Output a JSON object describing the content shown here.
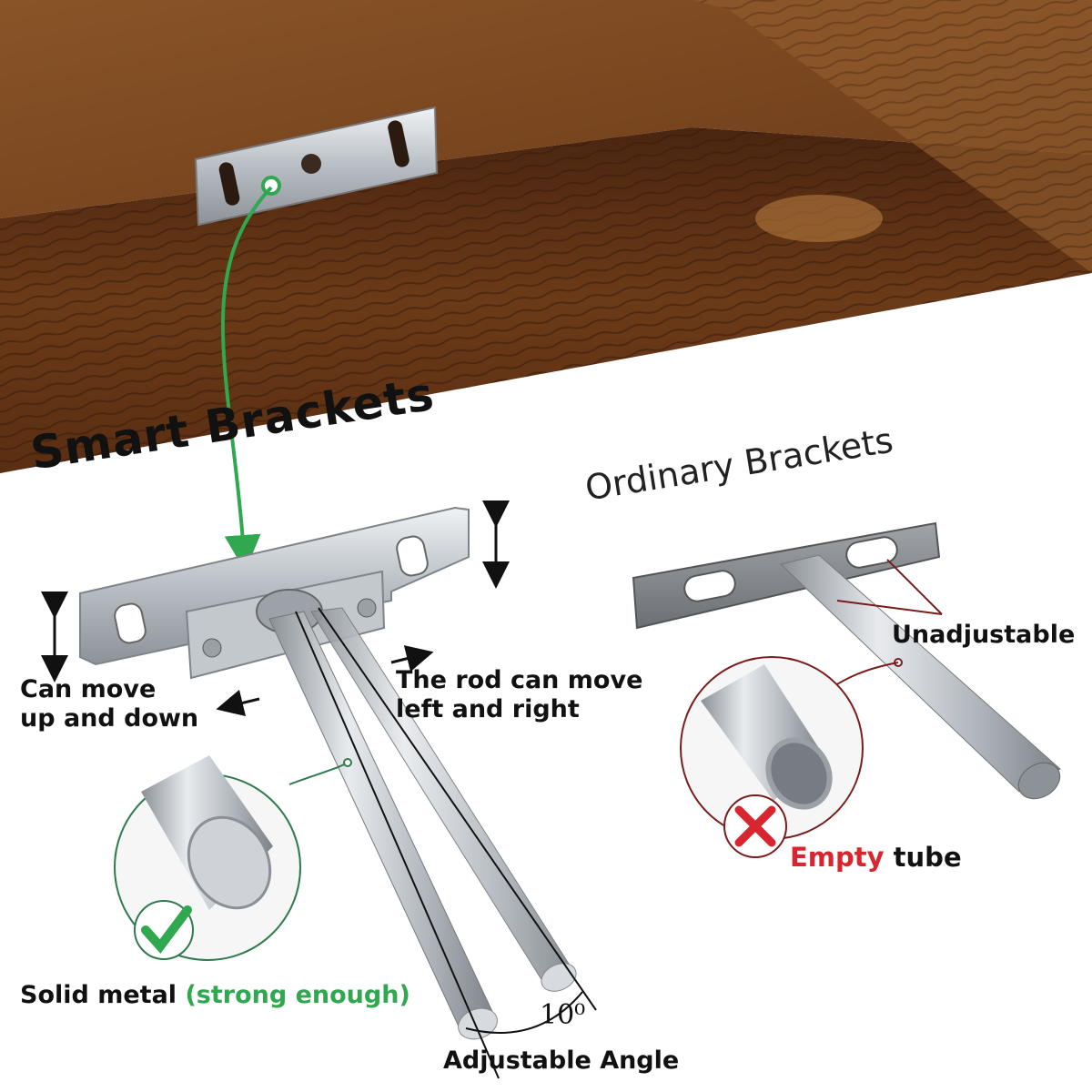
{
  "smart_title": "Smart Brackets",
  "ordinary_title": "Ordinary Brackets",
  "move_up_down": [
    "Can move",
    "up and down"
  ],
  "rod_move": [
    "The rod can move",
    "left and right"
  ],
  "unadjustable": "Unadjustable",
  "solid_metal": "Solid metal",
  "strong_enough": "(strong enough)",
  "empty": "Empty",
  "tube": "tube",
  "adjustable_angle": "Adjustable Angle",
  "angle_value": "10⁰",
  "colors": {
    "wood": "#6b3d1c",
    "steel": "#c7ccd1",
    "green": "#2fa84f",
    "red": "#d8262f",
    "dark_red": "#7a1c1c"
  }
}
